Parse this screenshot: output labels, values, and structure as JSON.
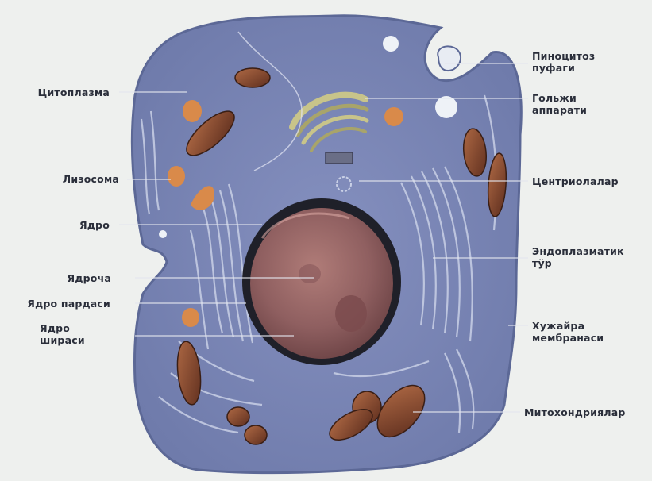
{
  "labels": {
    "cytoplasm": "Цитоплазма",
    "lysosome": "Лизосома",
    "nucleus": "Ядро",
    "nucleolus": "Ядроча",
    "nuclear_envelope": "Ядро пардаси",
    "nucleoplasm_line1": "Ядро",
    "nucleoplasm_line2": "шираси",
    "pinocytosis_line1": "Пиноцитоз",
    "pinocytosis_line2": "пуфаги",
    "golgi_line1": "Гольжи",
    "golgi_line2": "аппарати",
    "centrioles": "Центриолалар",
    "er_line1": "Эндоплазматик",
    "er_line2": "тўр",
    "membrane_line1": "Хужайра",
    "membrane_line2": "мембранаси",
    "mitochondria": "Митохондриялар"
  },
  "colors": {
    "background": "#eef0ee",
    "cell_fill": "#7a86b6",
    "cell_edge": "#5c6896",
    "nucleus_fill": "#8f5f60",
    "nucleus_rim": "#22222c",
    "mitochondria": "#8a4a32",
    "lysosome": "#d98a4a",
    "label_text": "#2a2e3a"
  }
}
